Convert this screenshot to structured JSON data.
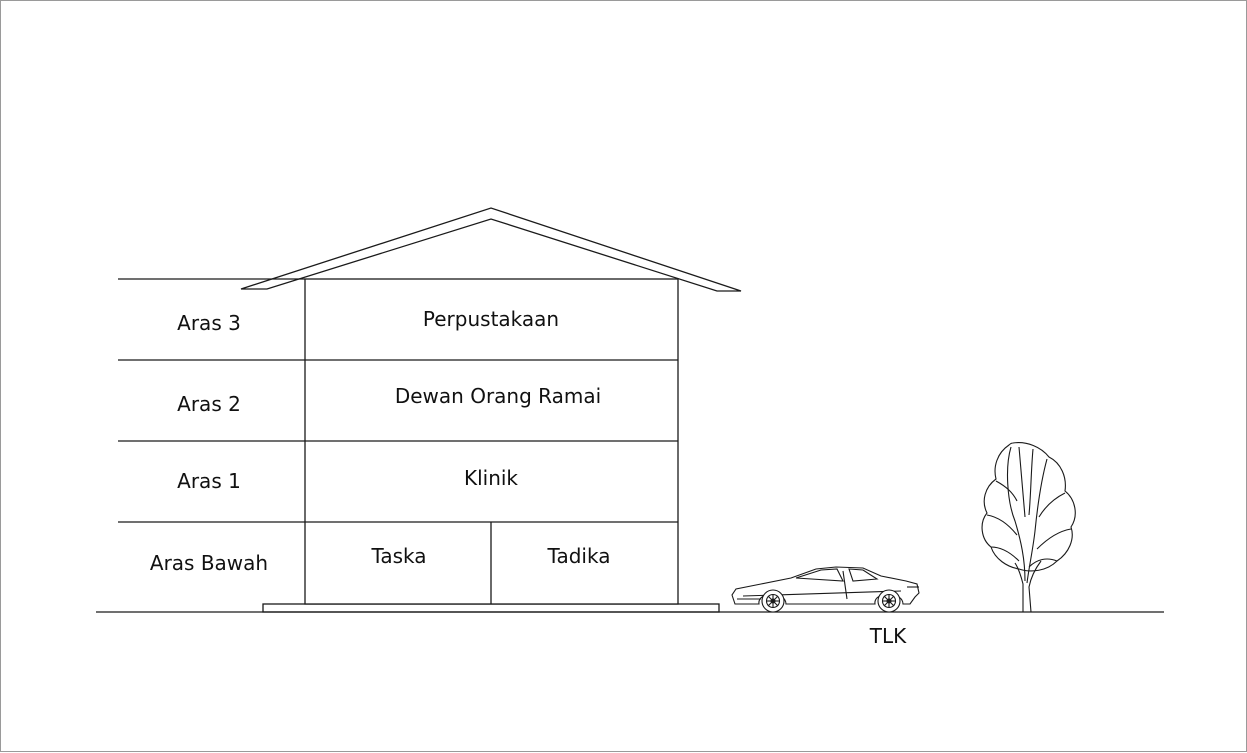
{
  "levels": [
    {
      "level_label": "Aras 3",
      "rooms": [
        "Perpustakaan"
      ]
    },
    {
      "level_label": "Aras 2",
      "rooms": [
        "Dewan Orang Ramai"
      ]
    },
    {
      "level_label": "Aras 1",
      "rooms": [
        "Klinik"
      ]
    },
    {
      "level_label": "Aras Bawah",
      "rooms": [
        "Taska",
        "Tadika"
      ]
    }
  ],
  "ground_label": "TLK",
  "objects": {
    "car_icon": "sports-car-icon",
    "tree_icon": "tree-icon"
  },
  "colors": {
    "line": "#1a1a1a",
    "background": "#ffffff"
  }
}
